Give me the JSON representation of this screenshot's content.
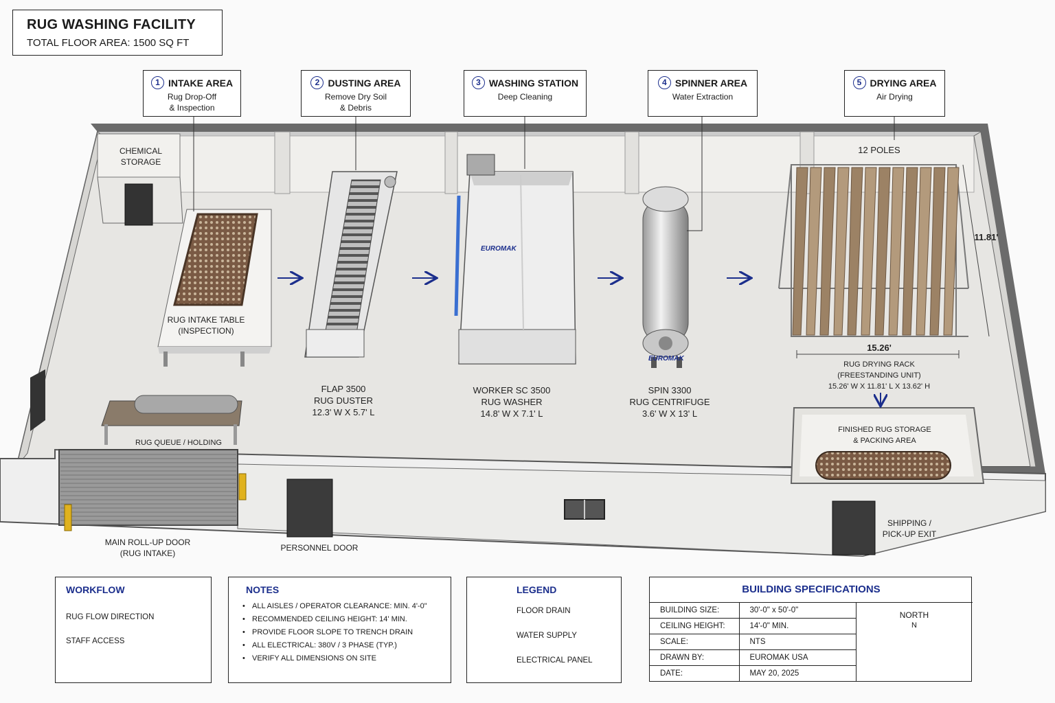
{
  "title": {
    "line1": "RUG WASHING FACILITY",
    "line2": "TOTAL FLOOR AREA: 1500 SQ FT"
  },
  "stations": [
    {
      "num": "1",
      "name": "INTAKE AREA",
      "desc1": "Rug Drop-Off",
      "desc2": "& Inspection"
    },
    {
      "num": "2",
      "name": "DUSTING AREA",
      "desc1": "Remove Dry Soil",
      "desc2": "& Debris"
    },
    {
      "num": "3",
      "name": "WASHING STATION",
      "desc1": "Deep Cleaning",
      "desc2": ""
    },
    {
      "num": "4",
      "name": "SPINNER AREA",
      "desc1": "Water Extraction",
      "desc2": ""
    },
    {
      "num": "5",
      "name": "DRYING AREA",
      "desc1": "Air Drying",
      "desc2": ""
    }
  ],
  "floor_labels": {
    "chemical_storage": [
      "CHEMICAL",
      "STORAGE"
    ],
    "intake_table": [
      "RUG INTAKE TABLE",
      "(INSPECTION)"
    ],
    "queue": "RUG QUEUE / HOLDING",
    "duster": [
      "FLAP 3500",
      "RUG DUSTER",
      "12.3' W x 5.7' L"
    ],
    "washer": [
      "WORKER SC 3500",
      "RUG WASHER",
      "14.8' W x 7.1' L"
    ],
    "centrifuge": [
      "SPIN 3300",
      "RUG CENTRIFUGE",
      "3.6' W x 13' L"
    ],
    "poles": "12 POLES",
    "rack_depth": "11.81'",
    "rack_width": "15.26'",
    "rack": [
      "RUG DRYING RACK",
      "(FREESTANDING UNIT)",
      "15.26' W x 11.81' L x 13.62' H"
    ],
    "finished": [
      "FINISHED RUG STORAGE",
      "& PACKING AREA"
    ],
    "rollup_door": [
      "MAIN ROLL-UP DOOR",
      "(RUG INTAKE)"
    ],
    "personnel_door": "PERSONNEL DOOR",
    "shipping": [
      "SHIPPING /",
      "PICK-UP EXIT"
    ],
    "brand": "EUROMAK"
  },
  "workflow": {
    "title": "WORKFLOW",
    "items": [
      "RUG FLOW DIRECTION",
      "STAFF ACCESS"
    ]
  },
  "notes": {
    "title": "NOTES",
    "items": [
      "ALL AISLES / OPERATOR CLEARANCE: MIN. 4'-0\"",
      "RECOMMENDED CEILING HEIGHT: 14' MIN.",
      "PROVIDE FLOOR SLOPE TO TRENCH DRAIN",
      "ALL ELECTRICAL: 380V / 3 PHASE (TYP.)",
      "VERIFY ALL DIMENSIONS ON SITE"
    ]
  },
  "legend": {
    "title": "LEGEND",
    "items": [
      {
        "icon": "floor-drain-icon",
        "label": "FLOOR DRAIN"
      },
      {
        "icon": "water-supply-icon",
        "label": "WATER SUPPLY"
      },
      {
        "icon": "electrical-panel-icon",
        "label": "ELECTRICAL PANEL"
      }
    ]
  },
  "specs": {
    "title": "BUILDING SPECIFICATIONS",
    "rows": [
      {
        "key": "BUILDING SIZE:",
        "value": "30'-0\" x 50'-0\""
      },
      {
        "key": "CEILING HEIGHT:",
        "value": "14'-0\" MIN."
      },
      {
        "key": "SCALE:",
        "value": "NTS"
      },
      {
        "key": "DRAWN BY:",
        "value": "EUROMAK USA"
      },
      {
        "key": "DATE:",
        "value": "MAY 20, 2025"
      }
    ],
    "north": "NORTH",
    "n": "N"
  },
  "colors": {
    "accent": "#1b2e8c",
    "wall": "#6b6b6b",
    "floor": "#e7e6e3"
  }
}
